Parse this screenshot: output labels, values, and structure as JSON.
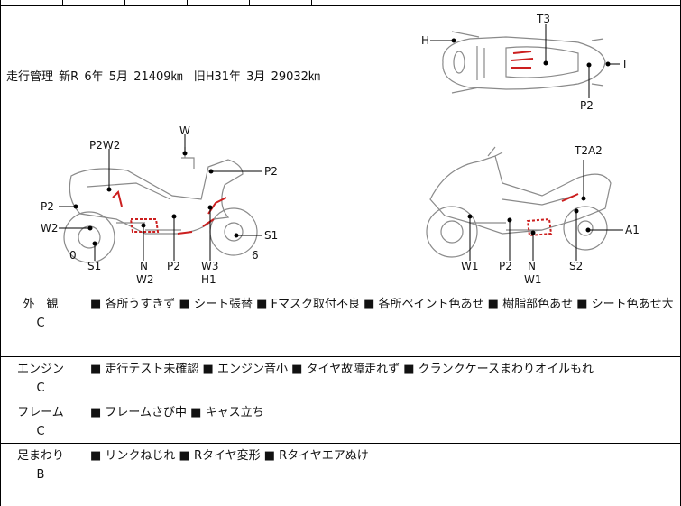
{
  "mileage": {
    "label": "走行管理",
    "new_label": "新R",
    "new_year": "6年",
    "new_month": "5月",
    "new_km": "21409㎞",
    "old_label": "旧H31年",
    "old_month": "3月",
    "old_km": "29032㎞"
  },
  "top_view": {
    "labels": {
      "h": "H",
      "t3": "T3",
      "t": "T",
      "p2": "P2"
    }
  },
  "left_view": {
    "labels": {
      "w": "W",
      "p2w2": "P2W2",
      "p2_right": "P2",
      "p2_left": "P2",
      "w2_left": "W2",
      "zero": "0",
      "s1_bottom": "S1",
      "n": "N",
      "w2_bottom": "W2",
      "p2_bottom": "P2",
      "w3": "W3",
      "h1": "H1",
      "s1_right": "S1",
      "six": "6"
    }
  },
  "right_view": {
    "labels": {
      "t2a2": "T2A2",
      "a1": "A1",
      "w1_bottom": "W1",
      "p2_bottom": "P2",
      "n": "N",
      "w1_n": "W1",
      "s2": "S2"
    }
  },
  "sections": [
    {
      "name": "外　観",
      "grade": "C",
      "text": "■ 各所うすきず ■ シート張替 ■ Fマスク取付不良 ■ 各所ペイント色あせ ■ 樹脂部色あせ ■ シート色あせ大"
    },
    {
      "name": "エンジン",
      "grade": "C",
      "text": "■ 走行テスト未確認 ■ エンジン音小 ■ タイヤ故障走れず ■ クランクケースまわりオイルもれ"
    },
    {
      "name": "フレーム",
      "grade": "C",
      "text": "■ フレームさび中 ■ キャス立ち"
    },
    {
      "name": "足まわり",
      "grade": "B",
      "text": "■ リンクねじれ ■ Rタイヤ変形 ■ Rタイヤエアぬけ"
    }
  ],
  "colors": {
    "damage_mark": "#cc1f1f",
    "line": "#000000",
    "outline": "#8a8a8a"
  }
}
